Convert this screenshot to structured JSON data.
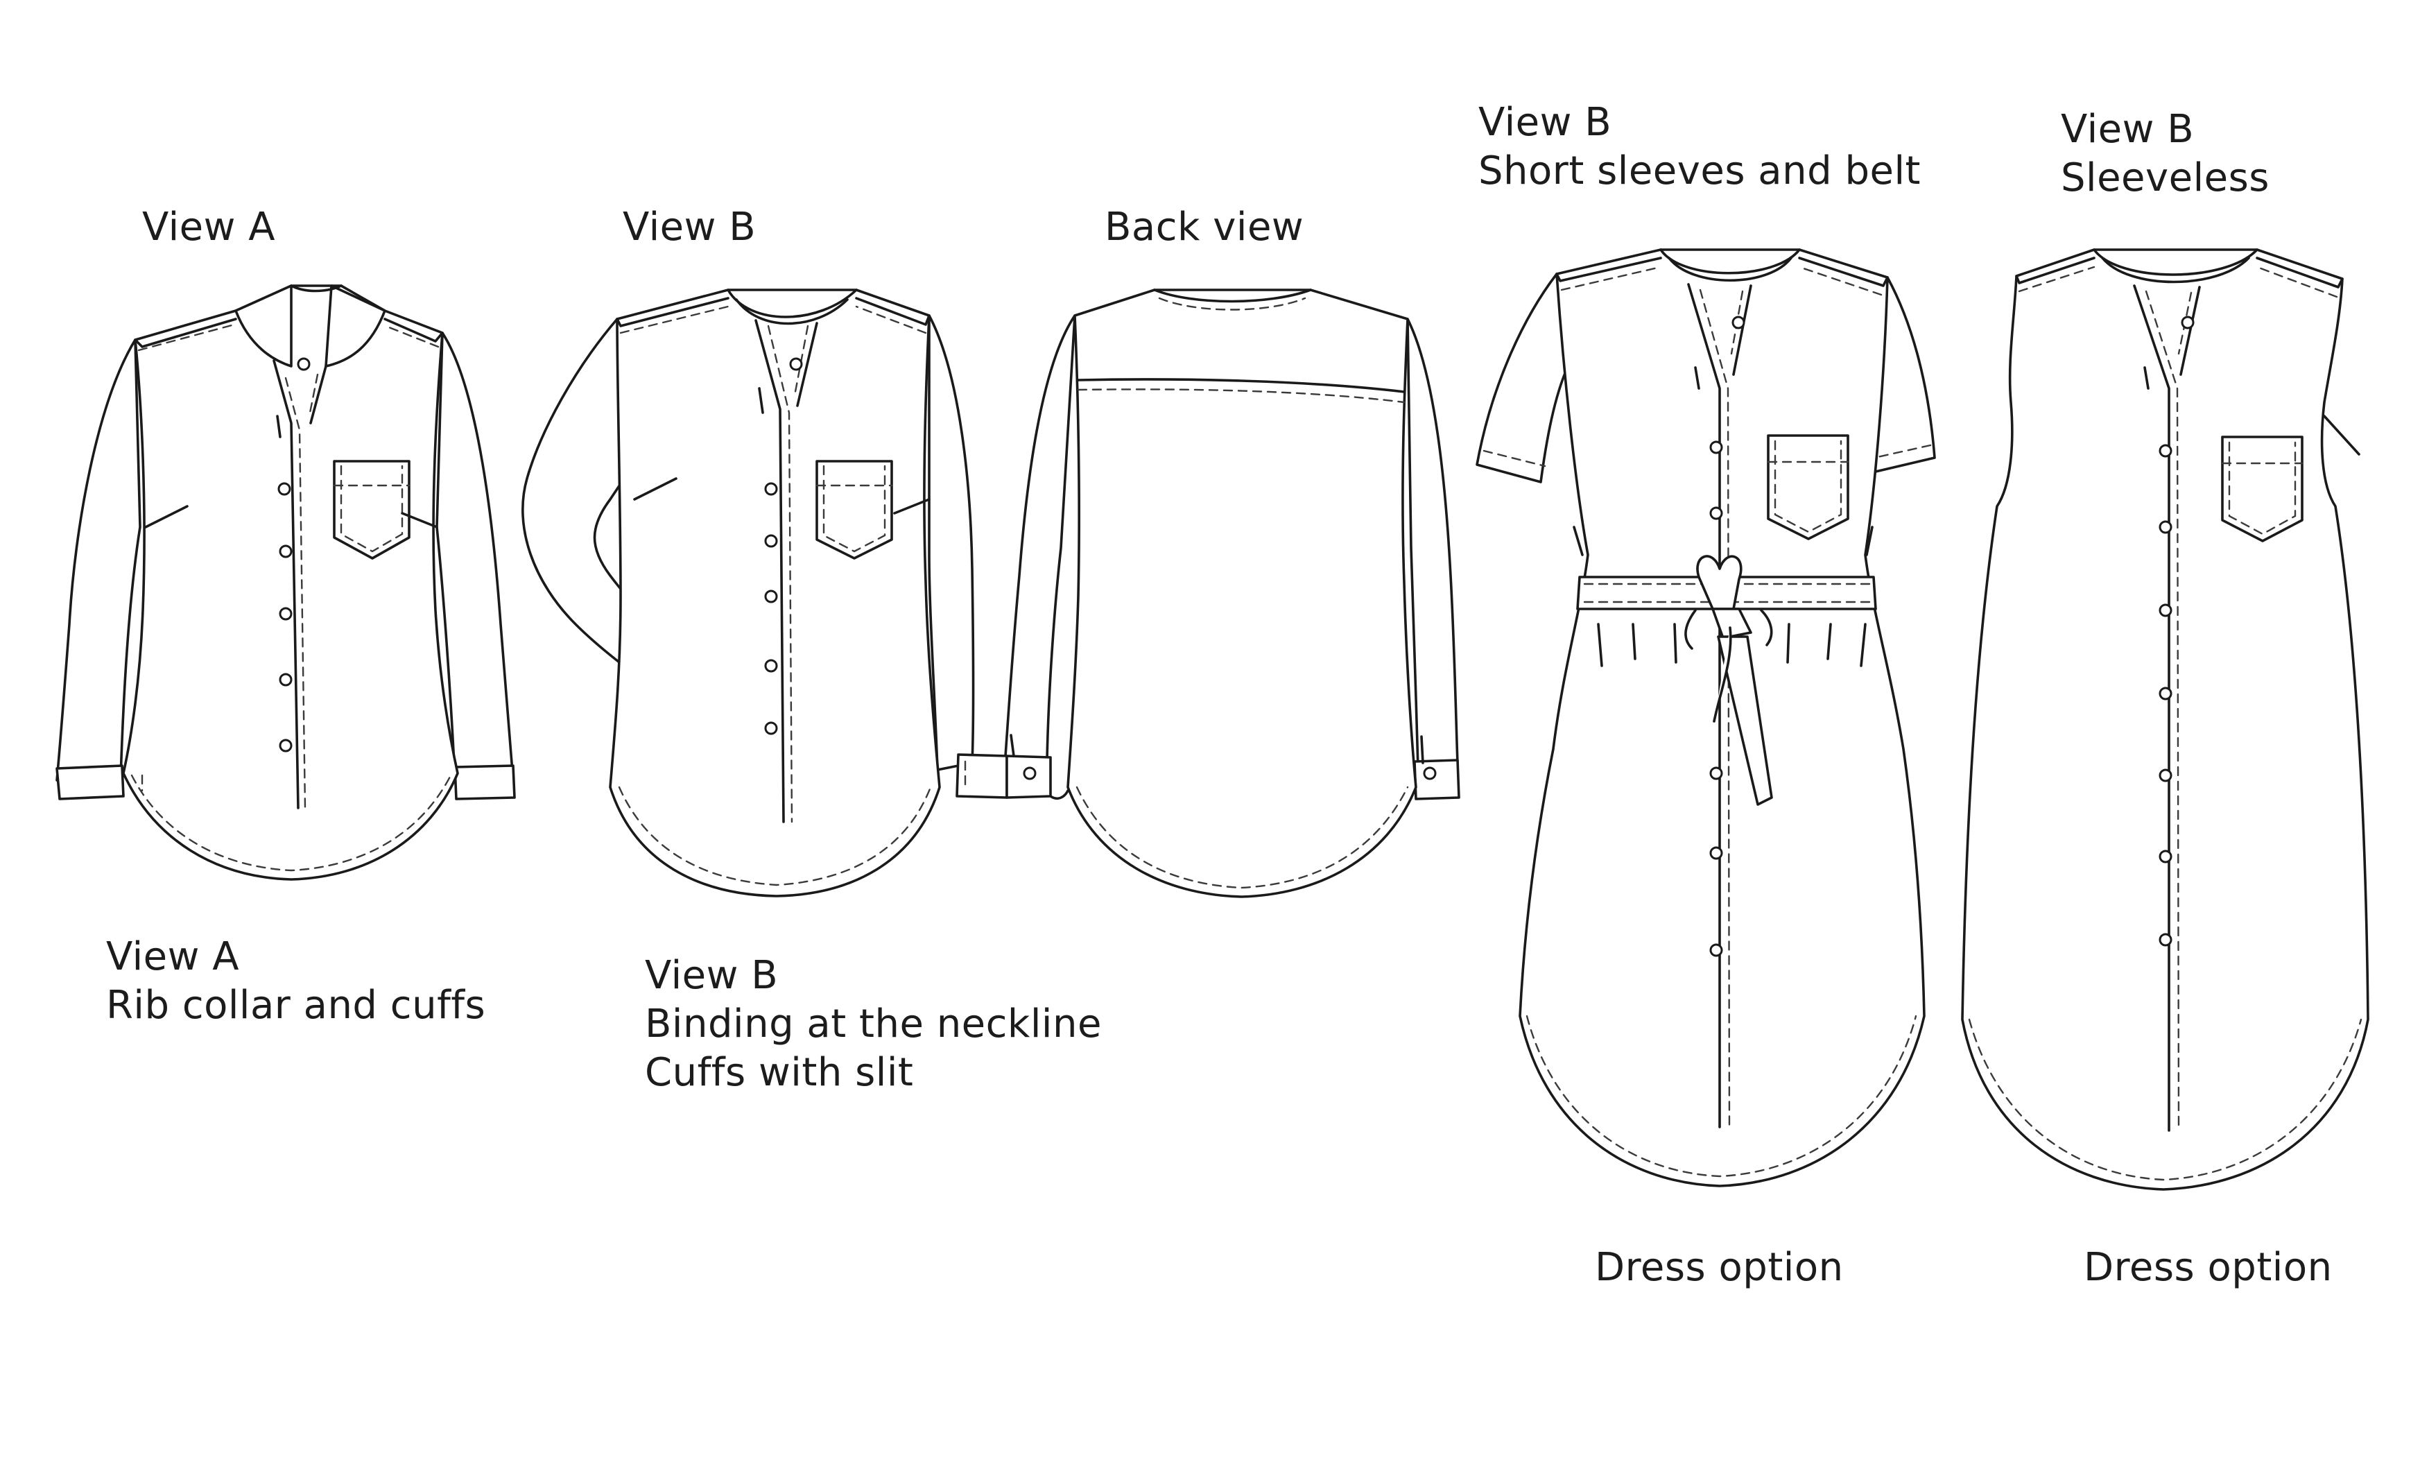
{
  "labels": {
    "top_view_a": "View A",
    "top_view_b": "View B",
    "back_view": "Back view",
    "view_a_caption": {
      "line1": "View A",
      "line2": "Rib collar and cuffs"
    },
    "view_b_caption": {
      "line1": "View B",
      "line2": "Binding at the neckline",
      "line3": "Cuffs with slit"
    },
    "dress_short": {
      "line1": "View B",
      "line2": "Short sleeves and belt",
      "footer": "Dress option"
    },
    "dress_sleeveless": {
      "line1": "View B",
      "line2": "Sleeveless",
      "footer": "Dress option"
    }
  },
  "colors": {
    "line": "#1a1a1a",
    "background": "#ffffff",
    "text": "#1c1c1c"
  }
}
